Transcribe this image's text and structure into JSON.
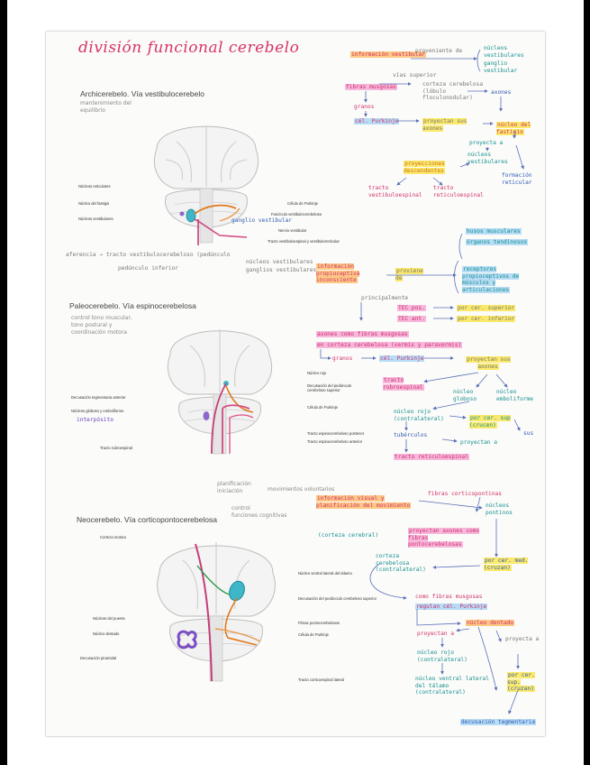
{
  "page": {
    "title": "división funcional cerebelo",
    "sections": [
      {
        "heading": "Archicerebelo. Vía vestibulocerebelo",
        "subnote": [
          "mantenimiento del",
          "equilibrio"
        ],
        "left_labels": [
          "Núcleos reticulares",
          "Núcleo del fastigio",
          "Núcleos vestibulares"
        ],
        "right_labels": [
          "Célula de Purkinje",
          "Fascículo vestibulocerebeloso",
          "Nervio vestibular",
          "Tracto vestibuloespinal y vestibulorreticular"
        ],
        "handwritten_label": "ganglio vestibular",
        "bottom_notes": [
          "aferencia → tracto vestibulocerebeloso (pedúnculo",
          "pedúnculo inferior",
          "núcleos vestibulares",
          "ganglios vestibulares"
        ]
      },
      {
        "heading": "Paleocerebelo. Vía espinocerebelosa",
        "subnote": [
          "control tono muscular,",
          "tono postural y",
          "coordinación motora"
        ],
        "left_labels": [
          "Decusación tegmentaria anterior",
          "Núcleos globoso y emboliforme",
          "interpósito",
          "Tracto rubroespinal"
        ],
        "right_labels": [
          "Núcleo rojo",
          "Decusación del pedúnculo cerebeloso superior",
          "Célula de Purkinje",
          "Tracto espinocerebeloso posterior",
          "Tracto espinocerebeloso anterior"
        ]
      },
      {
        "heading": "Neocerebelo. Vía corticopontocerebelosa",
        "subnote_top": [
          "planificación",
          "iniciación",
          "movimientos voluntarios"
        ],
        "subnote_mid": [
          "control",
          "funciones cognitivas"
        ],
        "left_labels": [
          "Corteza motora",
          "Núcleos del puente",
          "Núcleo dentado",
          "Decusación piramidal"
        ],
        "right_labels": [
          "Núcleo ventral lateral del tálamo",
          "Decusación del pedúnculo cerebeloso superior",
          "Fibras pontocerebelosas",
          "Célula de Purkinje",
          "Tracto corticoespinal lateral"
        ]
      }
    ],
    "notes_archi": {
      "n1": "información vestibular",
      "n2": "proveniente de",
      "n3a": "núcleos",
      "n3b": "vestibulares",
      "n4a": "ganglio",
      "n4b": "vestibular",
      "n5": "vías superior",
      "n6": "fibras musgosas",
      "n7": "corteza cerebelosa (lóbulo floculonodular)",
      "n8": "axones",
      "n9": "granos",
      "n10": "cél. Purkinje",
      "n11": "proyectan sus axones",
      "n12": "núcleo del fastigio",
      "n13": "proyecta a",
      "n14": "núcleos vestibulares",
      "n15": "proyecciones descendentes",
      "n16": "formación reticular",
      "n17": "tracto vestibuloespinal",
      "n18": "tracto reticuloespinal"
    },
    "notes_paleo": {
      "p1": "husos musculares",
      "p2": "órganos tendinosos",
      "p3": "información propioceptiva inconsciente",
      "p4": "proviene de",
      "p5": "receptores propioceptivos de músculos y articulaciones",
      "p6": "principalmente",
      "p7": "TEC pos.",
      "p8": "TEC ant.",
      "p9": "por cer. superior",
      "p10": "por cer. inferior",
      "p11": "axones como fibras musgosas",
      "p12": "en corteza cerebelosa (vermis y paravermis)",
      "p13": "granos",
      "p14": "cél. Purkinje",
      "p15": "proyectan sus axones",
      "p16": "tracto rubroespinal",
      "p17": "núcleo globoso",
      "p18": "núcleo emboliforme",
      "p19": "núcleo rojo (contralateral)",
      "p20": "por cer. sup (crucen)",
      "p21": "tubérculos",
      "p22": "proyectan a",
      "p23": "sus",
      "p24": "tracto reticuloespinal"
    },
    "notes_neo": {
      "q1": "fibras corticopontinas",
      "q2": "información visual y planificación del movimiento",
      "q3": "(corteza cerebral)",
      "q4": "núcleos pontinos",
      "q5": "proyectan axones como fibras pontocerebelosas",
      "q6": "corteza cerebelosa (contralateral)",
      "q7": "por cer. med. (cruzan)",
      "q8": "como fibras musgosas",
      "q9": "regulan cél. Purkinje",
      "q10": "núcleo dentado",
      "q11": "proyectan a",
      "q12": "proyecta a",
      "q13": "núcleo rojo (contralateral)",
      "q14": "núcleo ventral lateral del tálamo (contralateral)",
      "q15": "por cer. sup. (cruzan)",
      "q16": "decusación tegmentaria"
    }
  }
}
